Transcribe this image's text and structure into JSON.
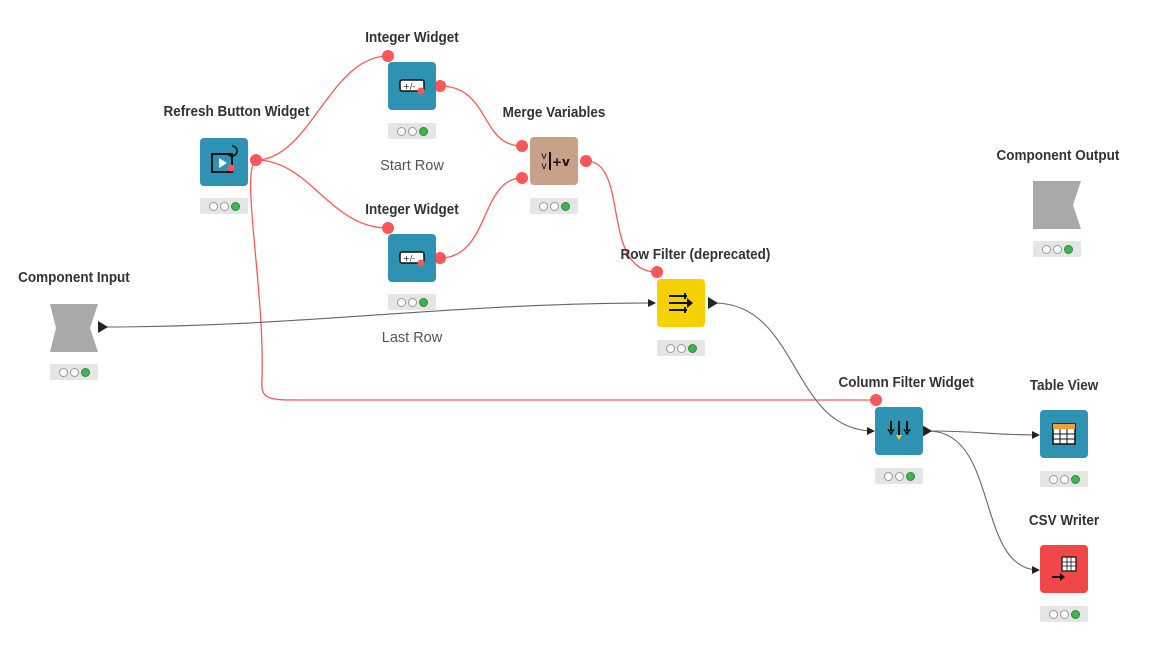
{
  "colors": {
    "widget": "#2e93b3",
    "manipulator": "#f7d000",
    "flow": "#c9a088",
    "sink": "#f04848",
    "component": "#a9a9a9",
    "flow_var_line": "#ff5757",
    "data_line": "#666666"
  },
  "nodes": [
    {
      "id": "component-input",
      "title": "Component Input",
      "sublabel": "",
      "type": "component",
      "icon": "component-in-icon"
    },
    {
      "id": "refresh-button-widget",
      "title": "Refresh Button Widget",
      "sublabel": "",
      "type": "widget",
      "icon": "refresh-button-icon"
    },
    {
      "id": "integer-widget-start",
      "title": "Integer Widget",
      "sublabel": "Start Row",
      "type": "widget",
      "icon": "integer-input-icon"
    },
    {
      "id": "integer-widget-last",
      "title": "Integer Widget",
      "sublabel": "Last Row",
      "type": "widget",
      "icon": "integer-input-icon"
    },
    {
      "id": "merge-variables",
      "title": "Merge Variables",
      "sublabel": "",
      "type": "flow",
      "icon": "merge-variables-icon"
    },
    {
      "id": "row-filter",
      "title": "Row Filter (deprecated)",
      "sublabel": "",
      "type": "manipulator",
      "icon": "row-filter-icon"
    },
    {
      "id": "column-filter-widget",
      "title": "Column Filter Widget",
      "sublabel": "",
      "type": "widget",
      "icon": "column-filter-icon"
    },
    {
      "id": "table-view",
      "title": "Table View",
      "sublabel": "",
      "type": "widget",
      "icon": "table-icon"
    },
    {
      "id": "csv-writer",
      "title": "CSV Writer",
      "sublabel": "",
      "type": "sink",
      "icon": "csv-writer-icon"
    },
    {
      "id": "component-output",
      "title": "Component Output",
      "sublabel": "",
      "type": "component",
      "icon": "component-out-icon"
    }
  ],
  "connections": [
    {
      "from": "refresh-button-widget",
      "to": "integer-widget-start",
      "kind": "flow-variable"
    },
    {
      "from": "refresh-button-widget",
      "to": "integer-widget-last",
      "kind": "flow-variable"
    },
    {
      "from": "refresh-button-widget",
      "to": "column-filter-widget",
      "kind": "flow-variable"
    },
    {
      "from": "integer-widget-start",
      "to": "merge-variables",
      "kind": "flow-variable"
    },
    {
      "from": "integer-widget-last",
      "to": "merge-variables",
      "kind": "flow-variable"
    },
    {
      "from": "merge-variables",
      "to": "row-filter",
      "kind": "flow-variable"
    },
    {
      "from": "component-input",
      "to": "row-filter",
      "kind": "data"
    },
    {
      "from": "row-filter",
      "to": "column-filter-widget",
      "kind": "data"
    },
    {
      "from": "column-filter-widget",
      "to": "table-view",
      "kind": "data"
    },
    {
      "from": "column-filter-widget",
      "to": "csv-writer",
      "kind": "data"
    }
  ]
}
